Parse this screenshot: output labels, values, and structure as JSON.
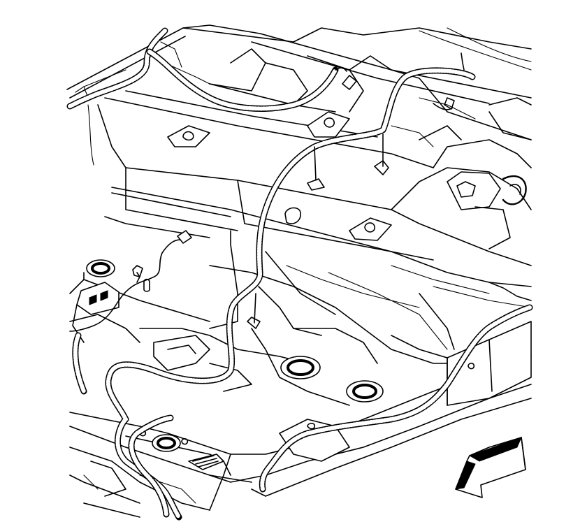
{
  "diagram": {
    "kind": "line-art",
    "subject": "underbody-wiring-harness",
    "direction_arrow": "front-of-vehicle",
    "colors": {
      "line": "#000000",
      "background": "#ffffff"
    }
  }
}
